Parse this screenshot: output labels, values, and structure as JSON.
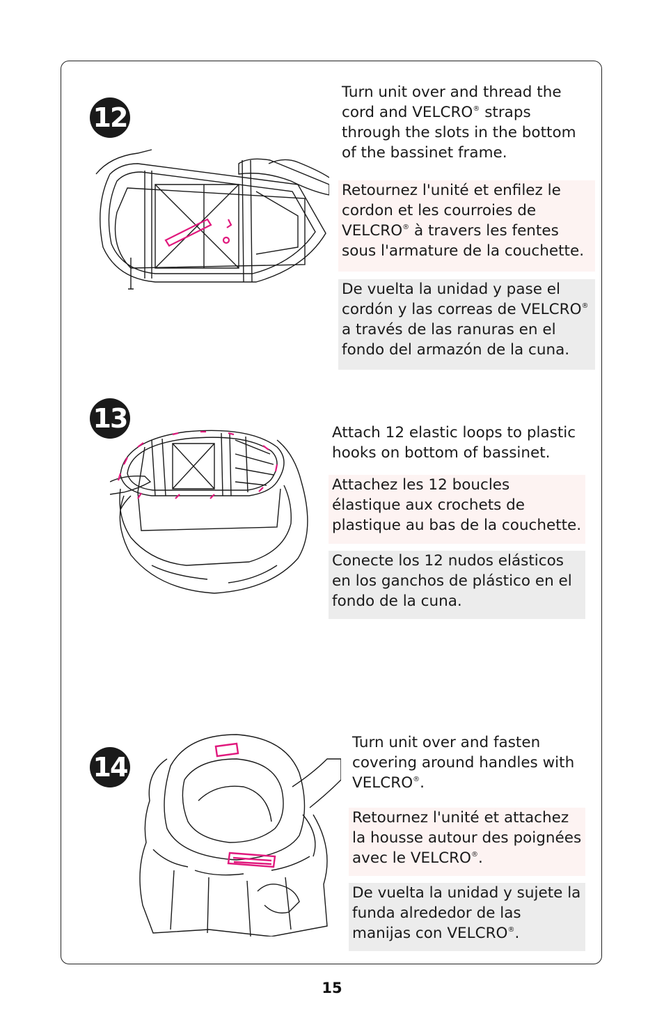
{
  "steps": [
    {
      "number": "12",
      "en": "Turn unit over and thread the cord and VELCRO",
      "en_after": " straps through the slots in the bottom of the bassinet frame.",
      "fr": "Retournez l'unité et enfilez le cordon et les courroies de VELCRO",
      "fr_after": " à travers les fentes sous l'armature de la couchette.",
      "es": "De vuelta la unidad y pase el cordón y las correas de VELCRO",
      "es_after": " a través de las ranuras en el fondo del armazón de la cuna."
    },
    {
      "number": "13",
      "en": "Attach 12 elastic loops to plastic hooks on bottom of bassinet.",
      "fr": "Attachez les 12 boucles élastique aux crochets de plastique au bas de la couchette.",
      "es": "Conecte los 12 nudos elásticos en los ganchos de plástico en el fondo de la cuna."
    },
    {
      "number": "14",
      "en": "Turn unit over and fasten covering around handles with VELCRO",
      "en_after": ".",
      "fr": "Retournez l'unité et attachez la housse autour des poignées avec le VELCRO",
      "fr_after": ".",
      "es": "De vuelta la unidad y sujete la funda alrededor de las manijas con VELCRO",
      "es_after": "."
    }
  ],
  "registered_mark": "®",
  "page_number": "15",
  "colors": {
    "accent": "#e0197d",
    "french_box": "#fdf3f2",
    "spanish_box": "#ececec",
    "ink": "#1a1a1a"
  },
  "icons": [
    "bassinet-underside-illustration",
    "bassinet-elastic-loops-illustration",
    "bassinet-handle-velcro-illustration"
  ]
}
